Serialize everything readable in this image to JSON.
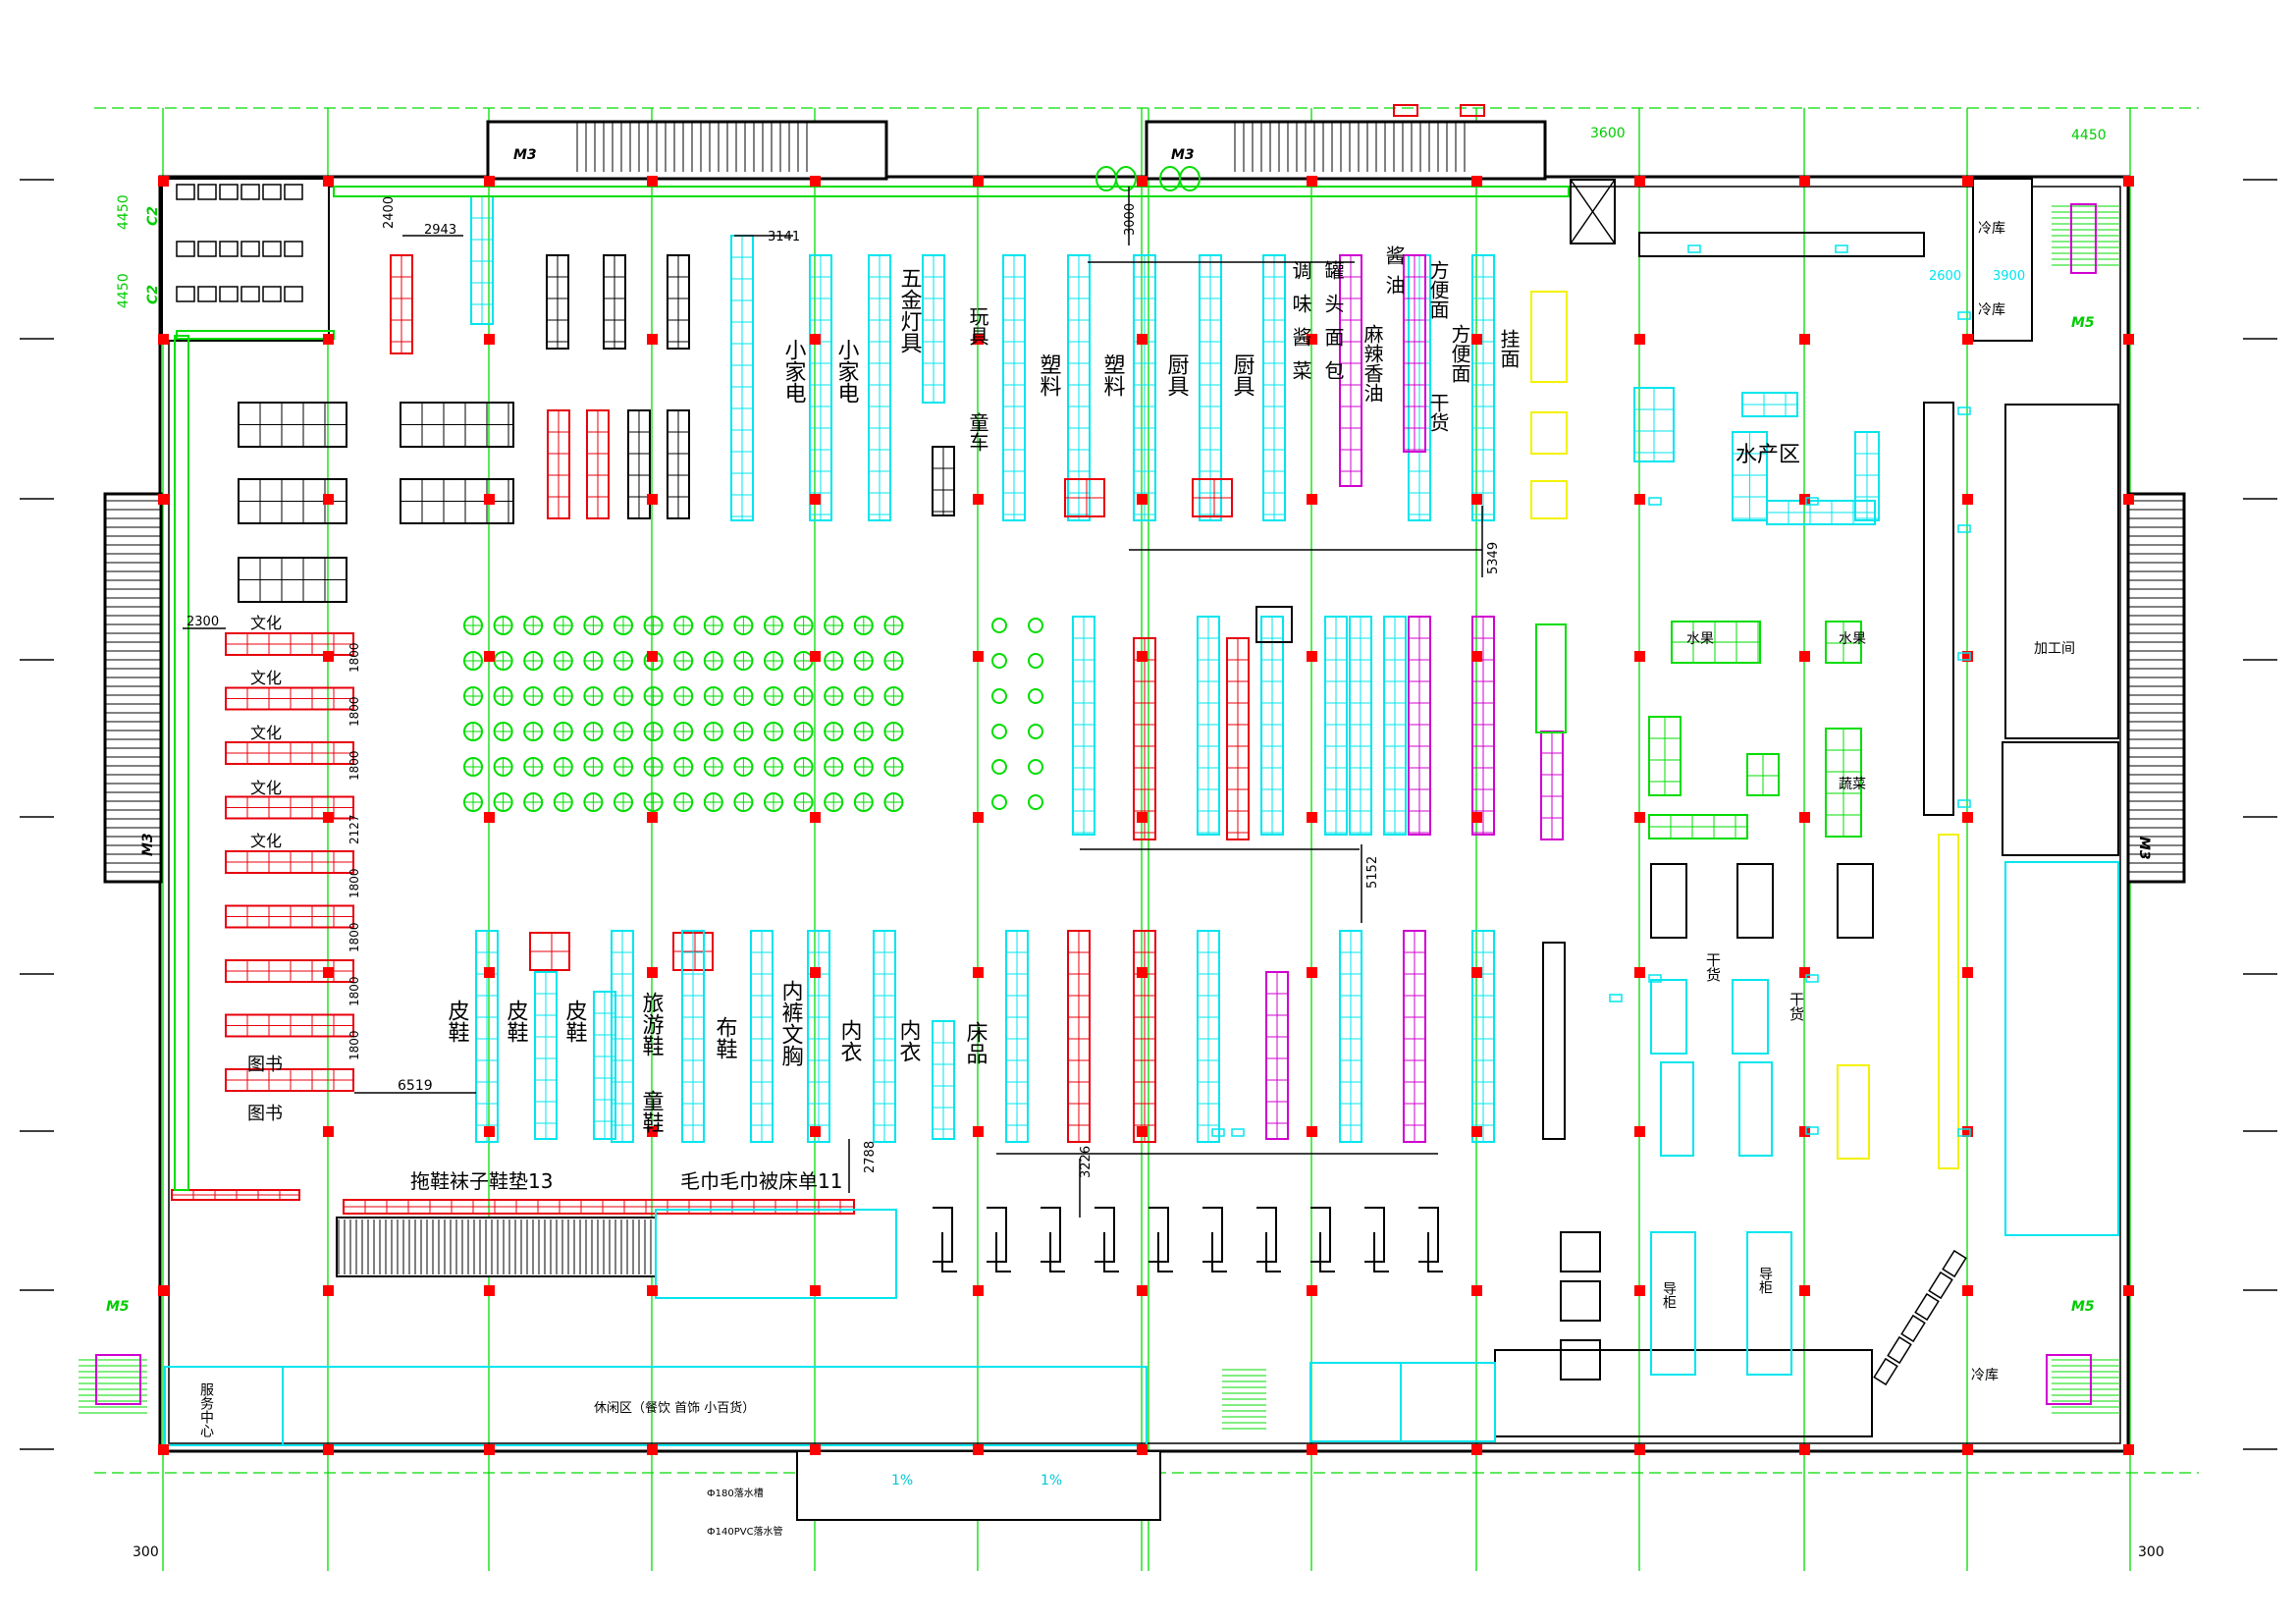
{
  "colors": {
    "wall": "#000000",
    "cyan": "#00e5ee",
    "green": "#00dd00",
    "red": "#e8000b",
    "magenta": "#d000d0",
    "yellow": "#f2f200",
    "column": "#ff0000"
  },
  "labels": {
    "m3": "M3",
    "m5": "M5",
    "c2": "C2",
    "dim_4450": "4450",
    "dim_3600": "3600",
    "dim_2600": "2600",
    "dim_3900": "3900",
    "dim_300": "300",
    "dim_1800v": "1800",
    "dim_2400": "2400",
    "dim_2943": "2943",
    "dim_3141": "3141",
    "dim_5349": "5349",
    "dim_5152": "5152",
    "dim_6519": "6519",
    "dim_2788": "2788",
    "dim_3226": "3226",
    "dim_3000": "3000",
    "dim_2300": "2300",
    "dim_2127": "2127",
    "hardware_lights": "五金灯具",
    "toys": "玩具",
    "stroller": "童车",
    "small_appliance": "小家电",
    "plastics": "塑料",
    "kitchenware": "厨具",
    "condiments": "调味酱菜",
    "canned_bread": "罐头面包",
    "sesame_oil": "麻辣香油",
    "soy_sauce": "酱油",
    "dry_goods": "干货",
    "instant_noodle": "方便面",
    "hang_noodle": "挂面",
    "aquatic": "水产区",
    "leather_shoes": "皮鞋",
    "travel_shoes": "旅游鞋",
    "kids_shoes": "童鞋",
    "cloth_shoes": "布鞋",
    "underwear": "内裤文胸",
    "inner_wear": "内衣",
    "bedding": "床品",
    "culture": "文化",
    "books": "图书",
    "slippers_row": "拖鞋袜子鞋垫13",
    "towel_row": "毛巾毛巾被床单11",
    "service_center": "服务中心",
    "leisure_area": "休闲区（餐饮 首饰 小百货）",
    "fruit": "水果",
    "vegetables": "蔬菜",
    "processing": "加工间",
    "cold_storage": "冷库",
    "guide_cabinet": "导柜",
    "dry_food": "干货",
    "slope": "1%",
    "pvc_note": "Ф140PVC落水管",
    "drain_note": "Ф180落水槽"
  }
}
